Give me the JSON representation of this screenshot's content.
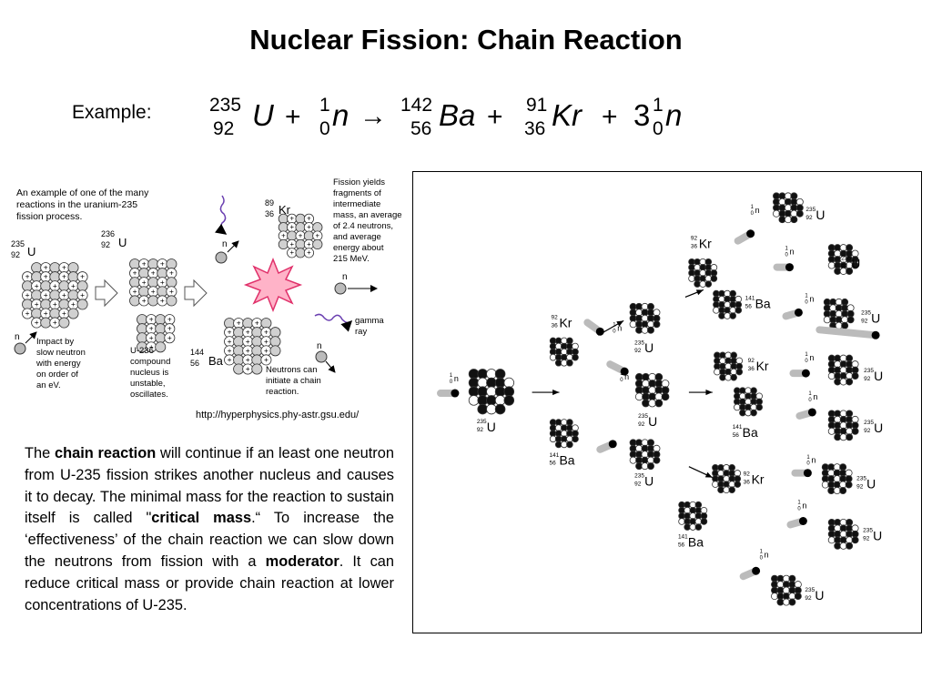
{
  "slide": {
    "title": "Nuclear Fission: Chain Reaction",
    "example_label": "Example:",
    "equation": {
      "uranium": {
        "mass": "235",
        "atomic": "92",
        "symbol": "U"
      },
      "neutron_in": {
        "mass": "1",
        "atomic": "0",
        "symbol": "n"
      },
      "barium": {
        "mass": "142",
        "atomic": "56",
        "symbol": "Ba"
      },
      "krypton": {
        "mass": "91",
        "atomic": "36",
        "symbol": "Kr"
      },
      "neutrons_out": {
        "coefficient": "3",
        "mass": "1",
        "atomic": "0",
        "symbol": "n"
      },
      "plus": "+",
      "arrow": "→"
    },
    "left_figure": {
      "intro": [
        "An example of one of the many",
        "reactions in the uranium-235",
        "fission process."
      ],
      "u235": {
        "mass": "235",
        "atomic": "92",
        "symbol": "U"
      },
      "u236": {
        "mass": "236",
        "atomic": "92",
        "symbol": "U"
      },
      "kr89": {
        "mass": "89",
        "atomic": "36",
        "symbol": "Kr"
      },
      "ba144": {
        "mass": "144",
        "atomic": "56",
        "symbol": "Ba"
      },
      "n": "n",
      "gamma": [
        "gamma",
        "ray"
      ],
      "impact_note": [
        "Impact by",
        "slow neutron",
        "with energy",
        "on order of",
        "an eV."
      ],
      "compound_note": [
        "U-236",
        "compound",
        "nucleus is",
        "unstable,",
        "oscillates."
      ],
      "fission_note": [
        "Fission yields",
        "fragments of",
        "intermediate",
        "mass, an average",
        "of 2.4 neutrons,",
        "and average",
        "energy about",
        "215 MeV."
      ],
      "neutrons_note": [
        "Neutrons can",
        "initiate a chain",
        "reaction."
      ]
    },
    "credit": "http://hyperphysics.phy-astr.gsu.edu/",
    "paragraph": [
      {
        "text": "The ",
        "bold": false
      },
      {
        "text": "chain reaction",
        "bold": true
      },
      {
        "text": " will continue if an least one neutron from U-235 fission strikes another nucleus and causes it to decay. The minimal mass for the reaction to sustain itself is called \"",
        "bold": false
      },
      {
        "text": "critical mass",
        "bold": true
      },
      {
        "text": ".“ To increase the ‘effectiveness’ of the chain reaction we can slow down the neutrons from fission with a ",
        "bold": false
      },
      {
        "text": "moderator",
        "bold": true
      },
      {
        "text": ".  It can reduce critical mass or provide chain reaction at lower concentrations of U-235.",
        "bold": false
      }
    ],
    "right_figure": {
      "u235": {
        "mass": "235",
        "atomic": "92",
        "symbol": "U"
      },
      "kr92": {
        "mass": "92",
        "atomic": "36",
        "symbol": "Kr"
      },
      "ba141": {
        "mass": "141",
        "atomic": "56",
        "symbol": "Ba"
      },
      "neutron": {
        "mass": "1",
        "atomic": "0",
        "symbol": "n"
      }
    }
  }
}
